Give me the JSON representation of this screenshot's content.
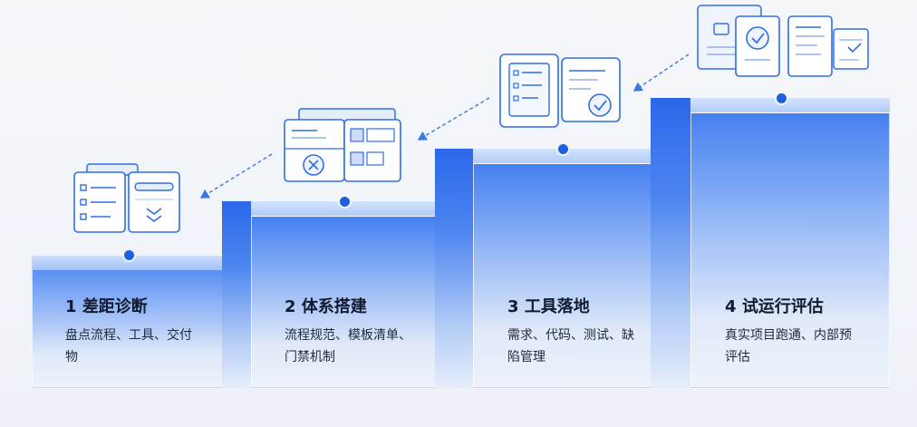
{
  "steps": [
    {
      "number": "1",
      "title": "差距诊断",
      "description": "盘点流程、工具、交付物"
    },
    {
      "number": "2",
      "title": "体系搭建",
      "description": "流程规范、模板清单、门禁机制"
    },
    {
      "number": "3",
      "title": "工具落地",
      "description": "需求、代码、测试、缺陷管理"
    },
    {
      "number": "4",
      "title": "试运行评估",
      "description": "真实项目跑通、内部预评估"
    }
  ],
  "colors": {
    "accent": "#1e5fe0",
    "line": "#3a76e8",
    "icon_stroke": "#2f6fe6"
  },
  "icons": [
    "checklist-doc-icon",
    "layout-panels-icon",
    "doc-approve-icon",
    "report-review-icon"
  ]
}
